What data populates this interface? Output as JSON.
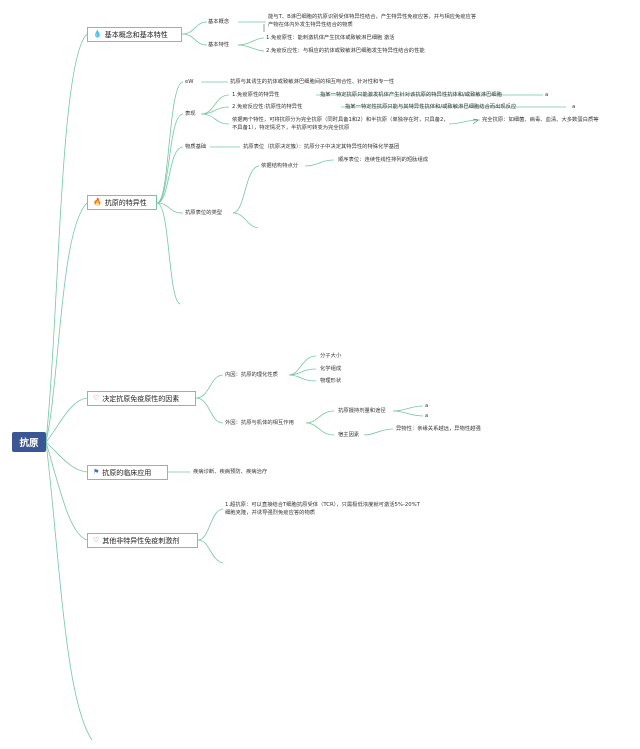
{
  "root": "抗原",
  "branches": {
    "b1": {
      "label": "基本概念和基本特性",
      "icon": "💧",
      "icon_name": "water-drop-icon",
      "concept": {
        "label": "基本概念",
        "text": "能与T、B淋巴细胞的抗原识别受体特异性结合，产生特异性免疫应答，并与相应免疫应答产物在体内外发生特异性结合的物质"
      },
      "props": {
        "label": "基本特性",
        "item1": "1.免疫原性：能刺激机体产生抗体或致敏淋巴细胞 激活",
        "item2": "2.免疫反应性：与相应的抗体或致敏淋巴细胞发生特异性结合的性能"
      }
    },
    "b2": {
      "label": "抗原的特异性",
      "icon": "🔥",
      "icon_name": "fire-icon",
      "ew": {
        "label": "eW",
        "text": "抗原与其诱生的抗体或致敏淋巴细胞间的相互吻合性、针对性和专一性"
      },
      "biao": {
        "label": "表现",
        "item1": "1.免疫原性的特异性",
        "item1_desc": "指某一特定抗原只能激发机体产生针对该抗原的特异性抗体和/或致敏淋巴细胞",
        "item1_mark": "a",
        "item2": "2.免疫反应性:抗原性的特异性",
        "item2_desc": "指某一特定性抗原只能与其特异性抗体和/或致敏淋巴细胞结合而出现反应",
        "item2_mark": "a",
        "item3": "依据两个特性，可将抗原分为完全抗原（同时具备1和2）和半抗原（单独存在时，只具备2，不具备1），特定情况下，半抗原可转变为完全抗原",
        "item3_desc": "完全抗原：如细菌、病毒、血清、大多数蛋白质等"
      },
      "basis": {
        "label": "物质基础",
        "text": "抗原表位（抗原决定簇）：抗原分子中决定其特异性的特殊化学基团"
      },
      "types": {
        "label": "抗原表位的类型",
        "sub": "依据结构特点分",
        "subdesc": "顺序表位：连续性线性排列的短肽组成"
      }
    },
    "b3": {
      "label": "决定抗原免疫原性的因素",
      "icon": "♡",
      "icon_name": "heart-icon",
      "internal": {
        "label": "内因：抗原的理化性质",
        "items": [
          "分子大小",
          "化学组成",
          "物理形状"
        ]
      },
      "external": {
        "label": "外因：抗原与机体的相互作用",
        "dose": "抗原摄持剂量和途径",
        "dose_marks": [
          "a",
          "a"
        ],
        "host": "宿主因素",
        "genetic": "异物性：亲缘关系越远，异物性越强"
      }
    },
    "b4": {
      "label": "抗原的临床应用",
      "icon": "⚑",
      "icon_name": "flag-icon",
      "text": "疾病诊断、疾病预防、疾病治疗"
    },
    "b5": {
      "label": "其他非特异性免疫刺激剂",
      "icon": "♡",
      "icon_name": "heart-icon",
      "text": "1.超抗原：可以直接结合T细胞抗原受体（TCR），只需极低浓度就可激活5%-20%T细胞克隆，并诱导强烈免疫应答的物质"
    }
  },
  "colors": {
    "line": "#74c7a4",
    "root_bg": "#3b5694",
    "red": "#e0443a",
    "blue": "#3b6fd4"
  }
}
